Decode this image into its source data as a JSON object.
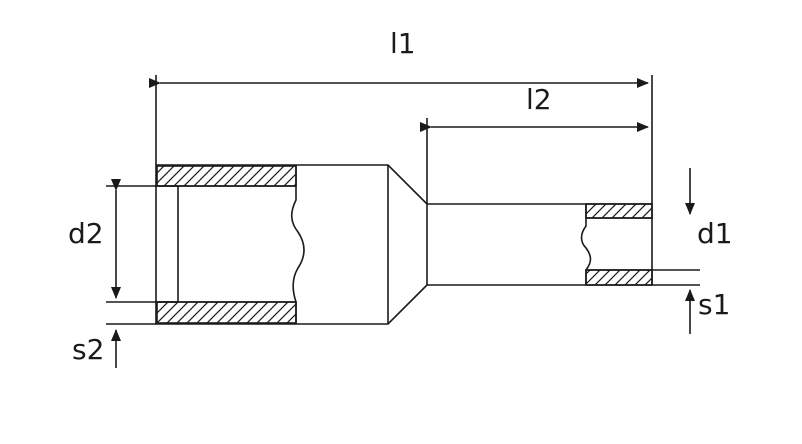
{
  "labels": {
    "l1": "l1",
    "l2": "l2",
    "d1": "d1",
    "d2": "d2",
    "s1": "s1",
    "s2": "s2"
  },
  "colors": {
    "line": "#1a1a1a",
    "background": "#ffffff"
  }
}
